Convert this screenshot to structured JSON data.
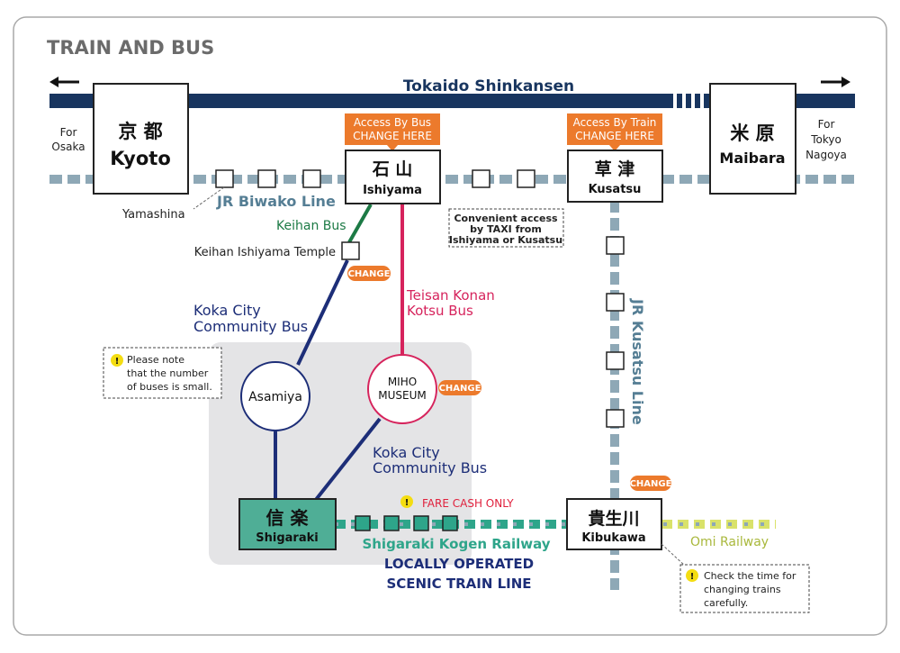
{
  "title": "TRAIN AND BUS",
  "shinkansen": {
    "label": "Tokaido Shinkansen"
  },
  "directions": {
    "west": [
      "For",
      "Osaka"
    ],
    "east": [
      "For",
      "Tokyo",
      "Nagoya"
    ]
  },
  "stations": {
    "kyoto": {
      "kanji": "京 都",
      "romaji": "Kyoto"
    },
    "maibara": {
      "kanji": "米 原",
      "romaji": "Maibara"
    },
    "ishiyama": {
      "kanji": "石 山",
      "romaji": "Ishiyama"
    },
    "kusatsu": {
      "kanji": "草 津",
      "romaji": "Kusatsu"
    },
    "shigaraki": {
      "kanji": "信 楽",
      "romaji": "Shigaraki"
    },
    "kibukawa": {
      "kanji": "貴生川",
      "romaji": "Kibukawa"
    },
    "asamiya": "Asamiya",
    "miho": [
      "MIHO",
      "MUSEUM"
    ],
    "yamashina": "Yamashina",
    "keihan_temple": "Keihan Ishiyama Temple"
  },
  "callouts": {
    "bus": [
      "Access By Bus",
      "CHANGE HERE"
    ],
    "train": [
      "Access By Train",
      "CHANGE HERE"
    ]
  },
  "lines": {
    "biwako": "JR Biwako Line",
    "keihan_bus": "Keihan Bus",
    "teisan": [
      "Teisan Konan",
      "Kotsu Bus"
    ],
    "koka1": [
      "Koka City",
      "Community Bus"
    ],
    "koka2": [
      "Koka City",
      "Community Bus"
    ],
    "kusatsu": "JR Kusatsu Line",
    "shigaraki_rail": "Shigaraki Kogen Railway",
    "scenic": [
      "LOCALLY OPERATED",
      "SCENIC TRAIN LINE"
    ],
    "omi": "Omi Railway"
  },
  "change_badge": "CHANGE",
  "notes": {
    "taxi": [
      "Convenient access",
      "by TAXI from",
      "Ishiyama or Kusatsu"
    ],
    "buses": [
      "Please note",
      "that the number",
      "of buses is small."
    ],
    "fare": "FARE CASH ONLY",
    "check": [
      "Check the time for",
      "changing trains",
      "carefully."
    ]
  },
  "warning_mark": "!",
  "colors": {
    "shinkansen": "#18355f",
    "jr_line": "#8ea8b6",
    "jr_line_light": "#ffffff",
    "callout": "#ec7a2c",
    "keihan_bus": "#1c7a45",
    "teisan": "#d6235c",
    "koka": "#1d2e78",
    "shigaraki_rail": "#2ea58a",
    "shigaraki_fill": "#4fae96",
    "omi": "#d9e26a",
    "region": "#e4e4e6",
    "fare_red": "#e0203c",
    "warning_yellow": "#f4dd12"
  },
  "icons": [
    "arrow-left-icon",
    "arrow-right-icon",
    "warning-icon"
  ]
}
